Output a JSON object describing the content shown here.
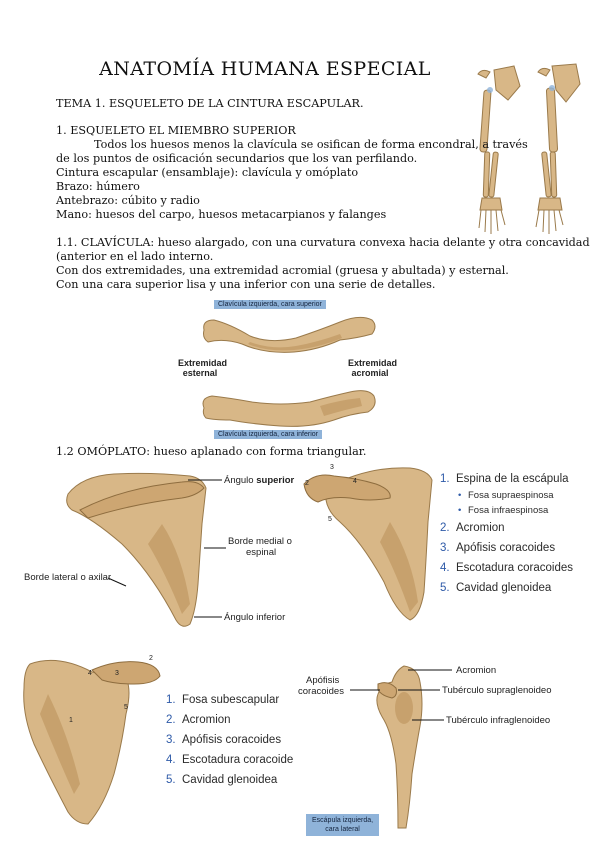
{
  "title": "ANATOMÍA HUMANA ESPECIAL",
  "topic": "TEMA 1. ESQUELETO DE LA CINTURA ESCAPULAR.",
  "section1": {
    "heading": "1. ESQUELETO EL MIEMBRO SUPERIOR",
    "line1": "Todos los huesos menos la clavícula se osifican de forma encondral, a través",
    "line2": "de los puntos de osificación secundarios que los van perfilando.",
    "lines": [
      "Cintura escapular (ensamblaje): clavícula y omóplato",
      "Brazo: húmero",
      "Antebrazo: cúbito y radio",
      "Mano: huesos del carpo, huesos metacarpianos y falanges"
    ]
  },
  "section11": {
    "line1": "1.1. CLAVÍCULA: hueso alargado, con una curvatura convexa hacia delante y otra concavidad",
    "line2": "(anterior en el lado interno.",
    "line3": "Con dos extremidades, una extremidad acromial (gruesa y abultada) y esternal.",
    "line4": "Con una cara superior lisa y una inferior con una serie de detalles."
  },
  "clavicle_figure": {
    "caption_top": "Clavícula izquierda, cara superior",
    "caption_bottom": "Clavícula izquierda, cara inferior",
    "left_label_1": "Extremidad",
    "left_label_2": "esternal",
    "right_label_1": "Extremidad",
    "right_label_2": "acromial"
  },
  "section12": {
    "line": "1.2 OMÓPLATO: hueso aplanado con forma triangular."
  },
  "scapula_posterior": {
    "angulo_superior_prefix": "Ángulo ",
    "angulo_superior_bold": "superior",
    "borde_medial_1": "Borde medial o",
    "borde_medial_2": "espinal",
    "borde_lateral": "Borde lateral o axilar",
    "angulo_inferior": "Ángulo inferior"
  },
  "scapula_posterior_numbered": {
    "marks": [
      "3",
      "2",
      "4",
      "5"
    ],
    "legend": [
      {
        "n": "1.",
        "label": "Espina de la escápula"
      },
      {
        "n": "2.",
        "label": "Acromion"
      },
      {
        "n": "3.",
        "label": "Apófisis coracoides"
      },
      {
        "n": "4.",
        "label": "Escotadura coracoides"
      },
      {
        "n": "5.",
        "label": "Cavidad glenoidea"
      }
    ],
    "sublegend": [
      "Fosa supraespinosa",
      "Fosa infraespinosa"
    ]
  },
  "scapula_anterior": {
    "marks": [
      "2",
      "4",
      "3",
      "1",
      "5"
    ],
    "legend": [
      {
        "n": "1.",
        "label": "Fosa subescapular"
      },
      {
        "n": "2.",
        "label": "Acromion"
      },
      {
        "n": "3.",
        "label": "Apófisis coracoides"
      },
      {
        "n": "4.",
        "label": "Escotadura coracoide"
      },
      {
        "n": "5.",
        "label": "Cavidad glenoidea"
      }
    ]
  },
  "scapula_lateral": {
    "acromion": "Acromion",
    "apofisis_1": "Apófisis",
    "apofisis_2": "coracoides",
    "supraglenoideo": "Tubérculo supraglenoideo",
    "infraglenoideo": "Tubérculo infraglenoideo",
    "caption_1": "Escápula izquierda,",
    "caption_2": "cara lateral"
  },
  "colors": {
    "bone": "#d8b787",
    "legend_number": "#2e5aa8",
    "caption_bg": "#8fb3d9"
  }
}
